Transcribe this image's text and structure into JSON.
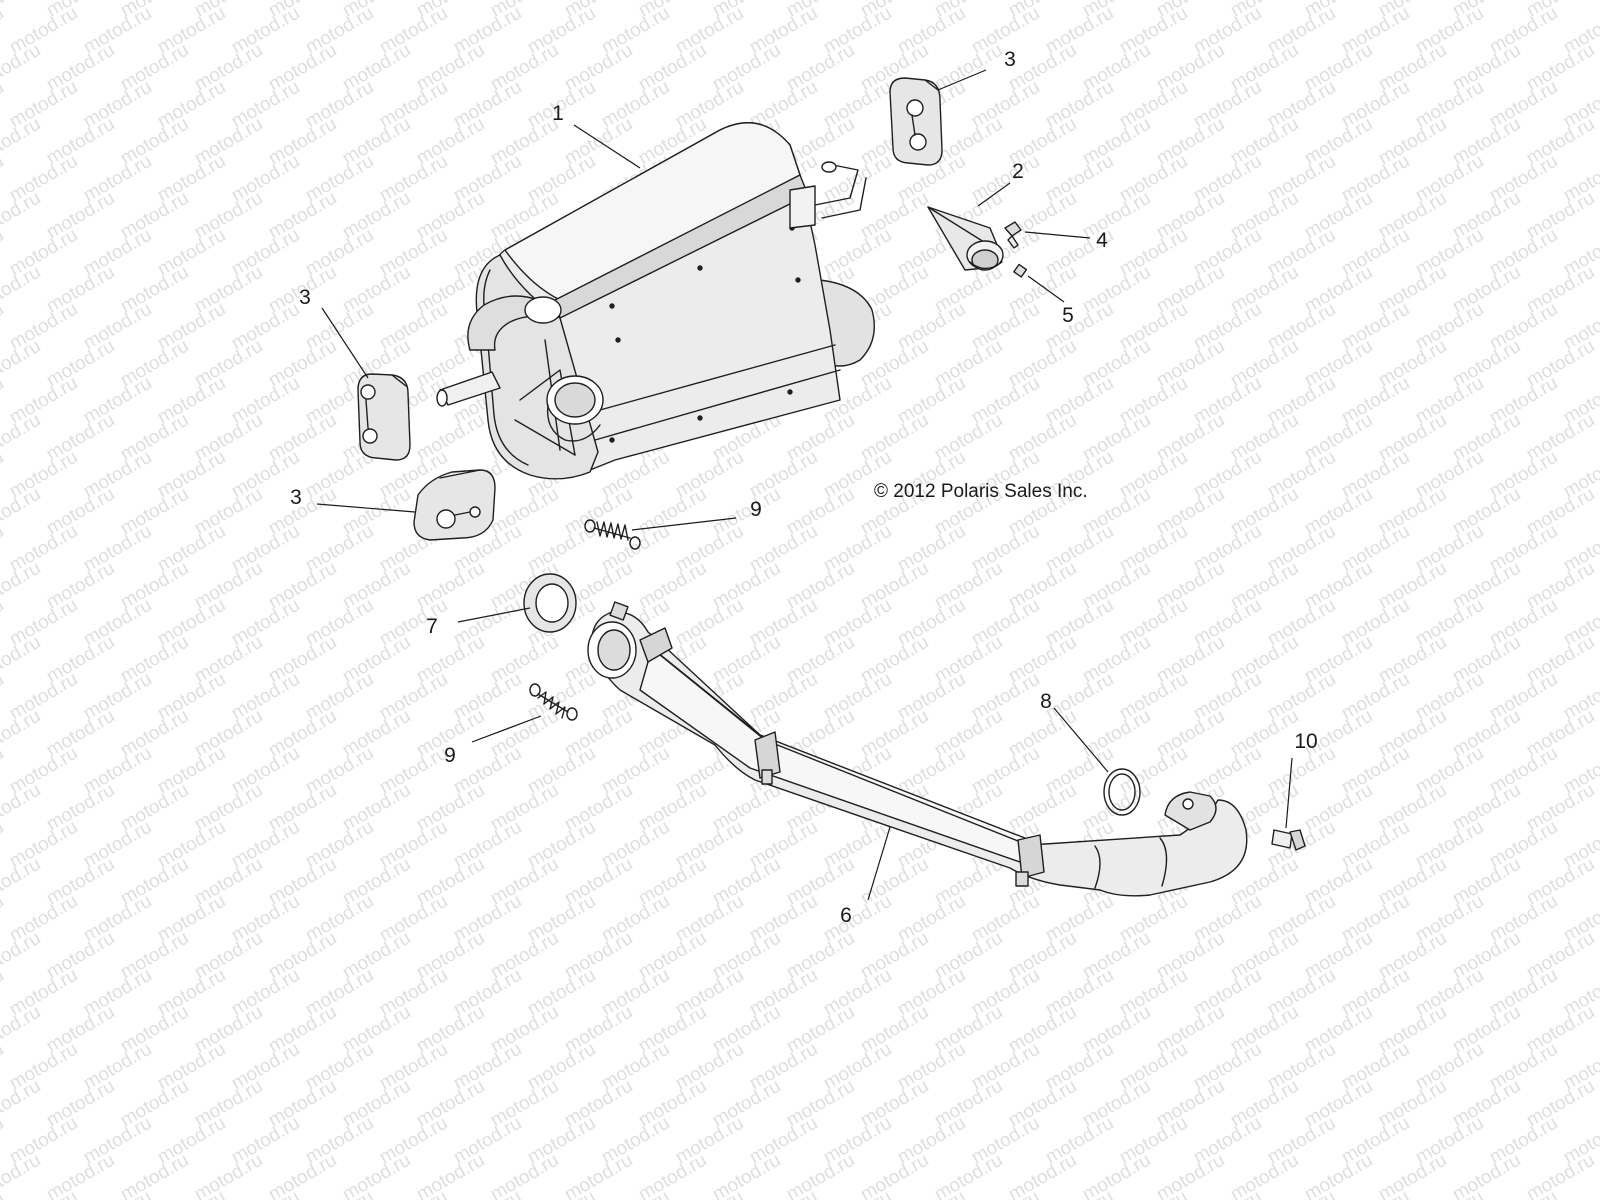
{
  "watermark": "motod.ru",
  "copyright": "© 2012 Polaris Sales Inc.",
  "callouts": [
    "1",
    "2",
    "3",
    "3",
    "3",
    "4",
    "5",
    "6",
    "7",
    "8",
    "9",
    "9",
    "10"
  ],
  "colors": {
    "line": "#1f1f1f",
    "fill_light": "#f4f4f4",
    "fill_mid": "#e6e6e6",
    "fill_dark": "#cfcfcf",
    "watermark": "#dedede"
  }
}
